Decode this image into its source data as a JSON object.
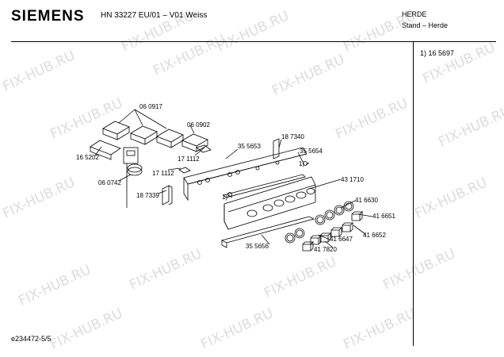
{
  "header": {
    "brand": "SIEMENS",
    "model": "HN 33227 EU/01 – V01 Weiss",
    "category": "HERDE",
    "subcategory": "Stand – Herde"
  },
  "side_note": "1)  16 5697",
  "footer": "e234472-5/5",
  "watermark": "FIX-HUB.RU",
  "part_labels": [
    "06 0917",
    "06 0902",
    "16 5202",
    "17 1112",
    "17 1112",
    "06 0742",
    "18 7339",
    "35 5653",
    "18 7340",
    "35 5654",
    "1)",
    "43 1710",
    "1)",
    "41 6630",
    "41 6651",
    "41 6647",
    "41 6652",
    "35 5656",
    "41 7820"
  ]
}
